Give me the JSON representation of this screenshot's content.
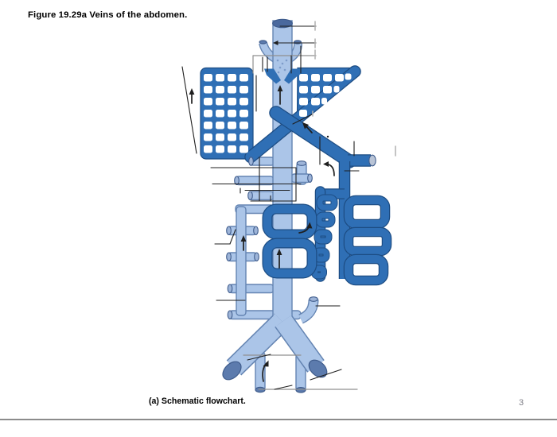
{
  "page": {
    "title": "Figure 19.29a  Veins of the abdomen.",
    "caption": "(a) Schematic flowchart.",
    "page_number": "3"
  },
  "figure": {
    "type": "anatomical-schematic",
    "subject": "veins-of-the-abdomen-flowchart",
    "labels_blank": true
  },
  "colors": {
    "vein_dark": "#2f6fb5",
    "vein_dark_outline": "#1d4d84",
    "vein_light": "#abc5e8",
    "vein_light_outline": "#6484b2",
    "cap_dark": "#5c7bad",
    "cap_light": "#9db4d8",
    "cap_outline": "#3f5c8c",
    "ivc_top_cap": "#4a699e",
    "splenic_cap": "#b9c4d6",
    "sinusoid_dot": "#7e9cc9",
    "hole_white": "#ffffff",
    "leader_black": "#1f1f1f",
    "leader_gray": "#8f8f8f",
    "tick_gray": "#b5b5b5",
    "title_color": "#000000",
    "page_number_gray": "#7d7d86",
    "slide_edge": "#8c8c8c"
  }
}
